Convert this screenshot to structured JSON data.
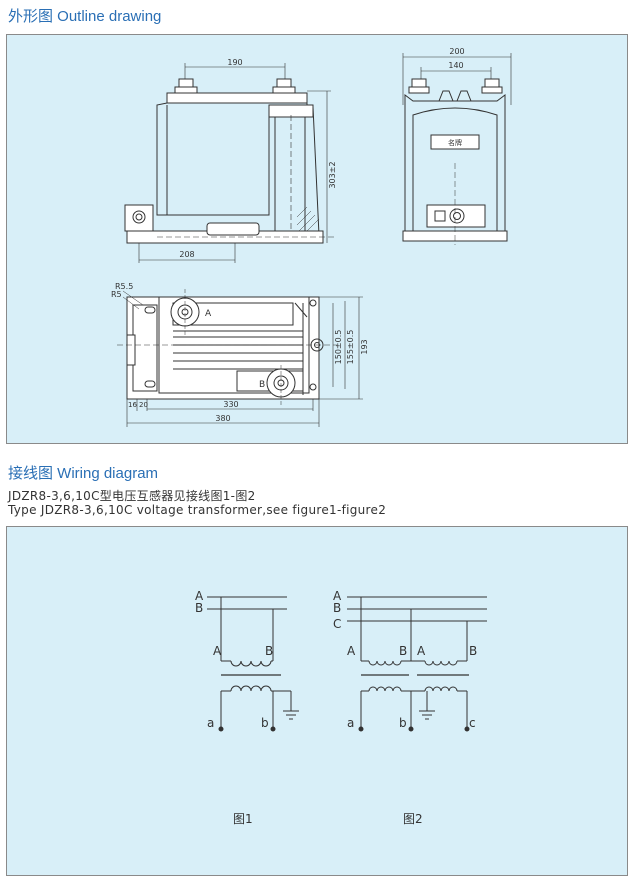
{
  "outline": {
    "heading": "外形图  Outline drawing",
    "front_view": {
      "dim_width": "190",
      "dim_height": "303±2",
      "dim_base": "208"
    },
    "side_view": {
      "dim_overall": "200",
      "dim_inner": "140",
      "nameplate": "名牌"
    },
    "top_view": {
      "dim_r1": "R5.5",
      "dim_r2": "R5",
      "terminal_a": "A",
      "terminal_b": "B",
      "dim_150": "150±0.5",
      "dim_155": "155±0.5",
      "dim_193": "193",
      "dim_16": "16",
      "dim_20": "20",
      "dim_330": "330",
      "dim_380": "380"
    }
  },
  "wiring": {
    "heading": "接线图  Wiring diagram",
    "line1": "JDZR8-3,6,10C型电压互感器见接线图1-图2",
    "line2": "Type JDZR8-3,6,10C voltage transformer,see figure1-figure2",
    "fig1": {
      "bus_a": "A",
      "bus_b": "B",
      "prim_a": "A",
      "prim_b": "B",
      "sec_a": "a",
      "sec_b": "b",
      "caption": "图1"
    },
    "fig2": {
      "bus_a": "A",
      "bus_b": "B",
      "bus_c": "C",
      "prim1_a": "A",
      "prim1_b": "B",
      "prim2_a": "A",
      "prim2_b": "B",
      "sec_a": "a",
      "sec_b": "b",
      "sec_c": "c",
      "caption": "图2"
    }
  }
}
